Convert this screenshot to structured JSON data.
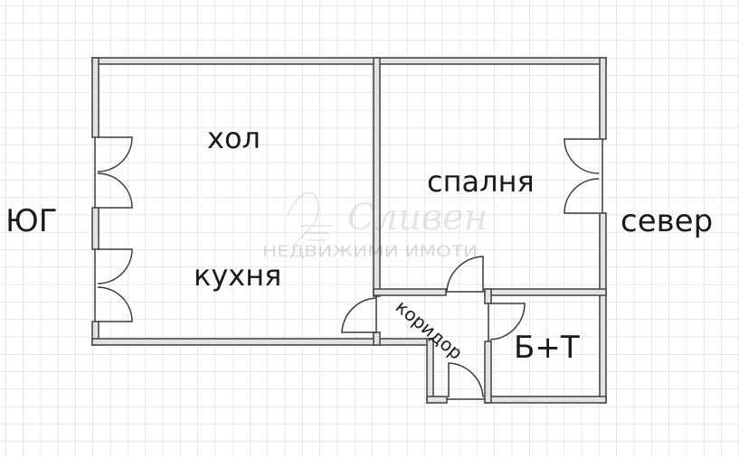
{
  "floorplan": {
    "rooms": {
      "hall": "хол",
      "kitchen": "кухня",
      "bedroom": "спалня",
      "corridor": "коридор",
      "bathroom": "Б+Т"
    },
    "orientation": {
      "south": "ЮГ",
      "north": "север"
    },
    "watermark": {
      "brand": "Сливен",
      "tagline": "НЕДВИЖИМИ ИМОТИ"
    },
    "colors": {
      "background": "#ffffff",
      "grid": "#d2d2d2",
      "wall_fill": "#e3e3e3",
      "wall_stroke": "#4a4a4a",
      "text": "#1a1a1a"
    }
  }
}
